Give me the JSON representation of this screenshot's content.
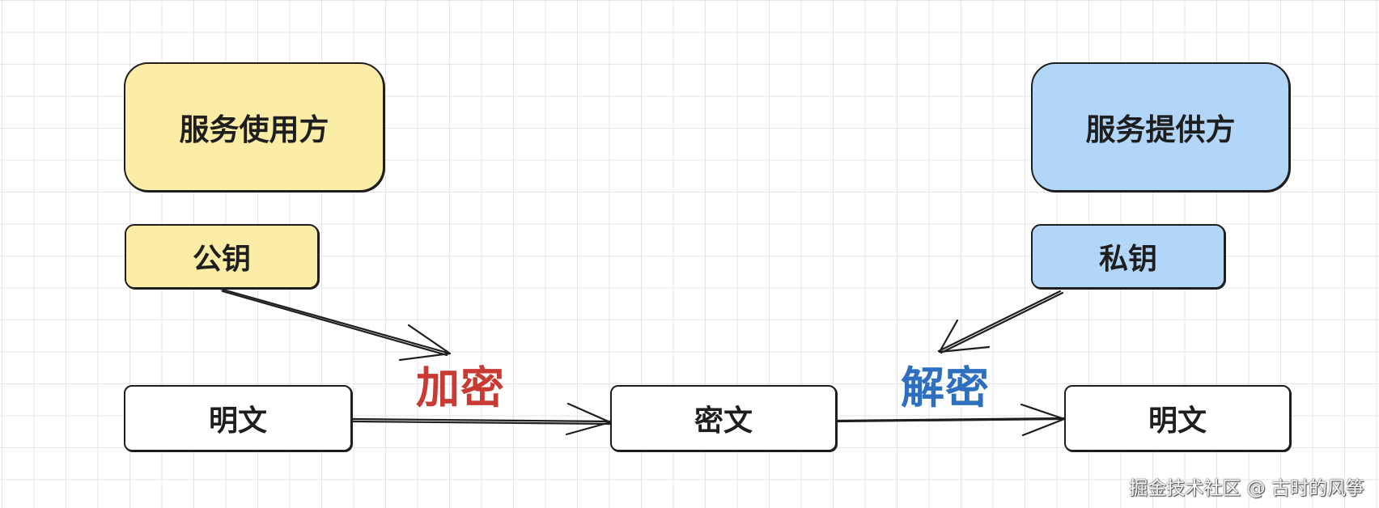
{
  "nodes": {
    "consumer": "服务使用方",
    "provider": "服务提供方",
    "public_key": "公钥",
    "private_key": "私钥",
    "plaintext_left": "明文",
    "ciphertext": "密文",
    "plaintext_right": "明文"
  },
  "operations": {
    "encrypt": "加密",
    "decrypt": "解密"
  },
  "colors": {
    "consumer_fill": "#fbeca6",
    "provider_fill": "#b2d6f8",
    "encrypt_text": "#c83a33",
    "decrypt_text": "#2f6fc0",
    "stroke": "#1e1e1e"
  },
  "watermark": "掘金技术社区 @ 古时的风筝"
}
